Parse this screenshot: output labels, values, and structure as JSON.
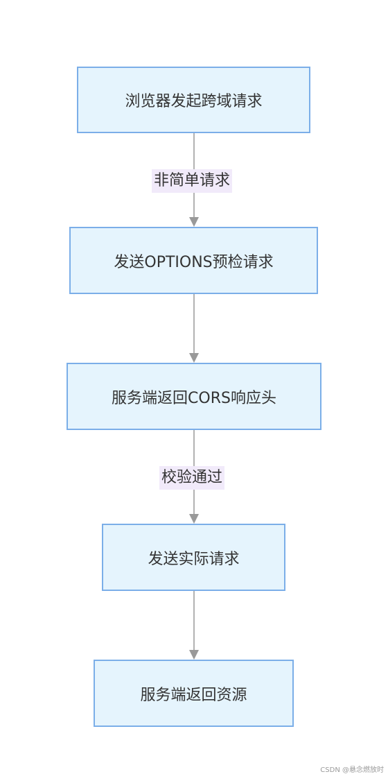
{
  "nodes": [
    {
      "id": "n1",
      "label": "浏览器发起跨域请求"
    },
    {
      "id": "n2",
      "label": "发送OPTIONS预检请求"
    },
    {
      "id": "n3",
      "label": "服务端返回CORS响应头"
    },
    {
      "id": "n4",
      "label": "发送实际请求"
    },
    {
      "id": "n5",
      "label": "服务端返回资源"
    }
  ],
  "edges": [
    {
      "from": "n1",
      "to": "n2",
      "label": "非简单请求"
    },
    {
      "from": "n2",
      "to": "n3",
      "label": ""
    },
    {
      "from": "n3",
      "to": "n4",
      "label": "校验通过"
    },
    {
      "from": "n4",
      "to": "n5",
      "label": ""
    }
  ],
  "colors": {
    "node_fill": "#e5f4fd",
    "node_border": "#7baee8",
    "edge_line": "#999999",
    "edge_label_bg": "#f1eafa",
    "text": "#333333"
  },
  "watermark": "CSDN @悬念燃放时"
}
